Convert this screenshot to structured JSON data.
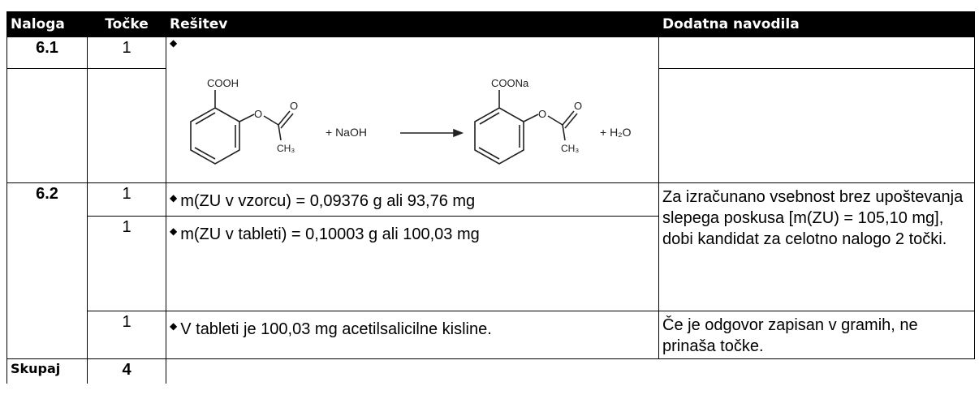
{
  "headers": {
    "task": "Naloga",
    "points": "Točke",
    "solution": "Rešitev",
    "notes": "Dodatna navodila"
  },
  "rows": [
    {
      "task": "6.1",
      "points": "1",
      "reaction": {
        "reactant_group": "COOH",
        "reagent": "+ NaOH",
        "product_group": "COONa",
        "byproduct": "+ H₂O",
        "ester_o": "O",
        "carbonyl_o": "O",
        "methyl": "CH₃"
      }
    },
    {
      "task": "6.2",
      "items": [
        {
          "points": "1",
          "text": "m(ZU v vzorcu) = 0,09376 g ali 93,76 mg"
        },
        {
          "points": "1",
          "text": "m(ZU v tableti) = 0,10003 g ali 100,03 mg"
        },
        {
          "points": "1",
          "text": "V tableti je 100,03 mg acetilsalicilne kisline."
        }
      ],
      "note_1": "Za izračunano vsebnost brez upoštevanja slepega poskusa [m(ZU) = 105,10 mg], dobi kandidat za celotno nalogo 2 točki.",
      "note_2": "Če je odgovor zapisan v gramih, ne prinaša točke."
    }
  ],
  "total": {
    "label": "Skupaj",
    "points": "4"
  },
  "bullet_symbol": "◆"
}
